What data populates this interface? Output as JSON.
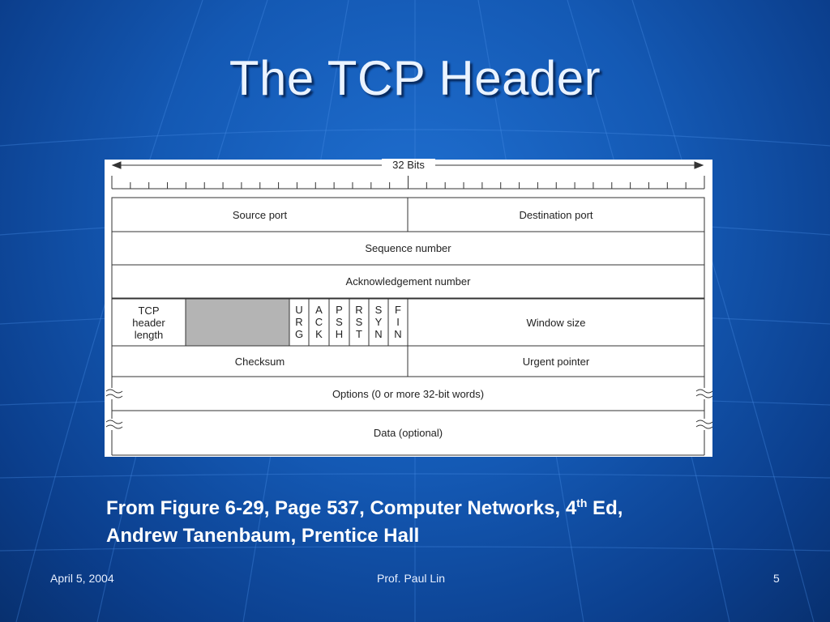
{
  "slide": {
    "title": "The TCP Header",
    "caption_line1_pre": "From Figure 6-29, Page 537, Computer Networks, 4",
    "caption_line1_sup": "th",
    "caption_line1_post": " Ed,",
    "caption_line2": "Andrew Tanenbaum, Prentice Hall",
    "footer_date": "April 5, 2004",
    "footer_author": "Prof. Paul Lin",
    "footer_page": "5"
  },
  "diagram": {
    "width_label": "32 Bits",
    "fields": {
      "source_port": "Source port",
      "destination_port": "Destination port",
      "sequence_number": "Sequence number",
      "acknowledgement_number": "Acknowledgement number",
      "tcp_header_length": "TCP\nheader\nlength",
      "window_size": "Window size",
      "checksum": "Checksum",
      "urgent_pointer": "Urgent pointer",
      "options": "Options (0 or more 32-bit words)",
      "data": "Data (optional)"
    },
    "flags": [
      "U\nR\nG",
      "A\nC\nK",
      "P\nS\nH",
      "R\nS\nT",
      "S\nY\nN",
      "F\nI\nN"
    ],
    "colors": {
      "reserved_fill": "#b4b4b4"
    }
  }
}
